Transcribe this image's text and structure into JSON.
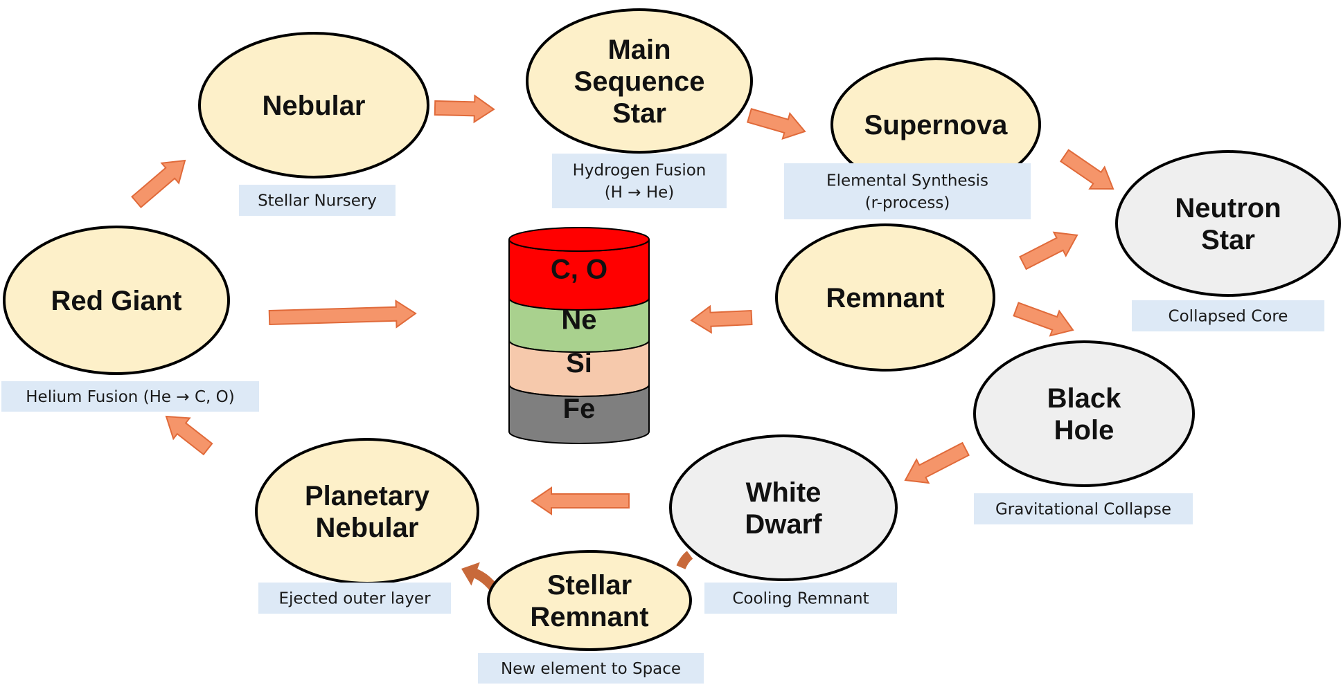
{
  "colors": {
    "star_fill": "#fdf0c9",
    "remnant_fill": "#efefef",
    "outline": "#000000",
    "caption_fill": "#dde9f6",
    "arrow_fill": "#f5956a",
    "arrow_stroke": "#e06a3a",
    "curved_arrow": "#c8693a",
    "layer_co": "#ff0000",
    "layer_ne": "#a9d18e",
    "layer_si": "#f6c9ac",
    "layer_fe": "#7f7f7f"
  },
  "nodes": {
    "nebular": {
      "lines": [
        "Nebular"
      ]
    },
    "main_sequence": {
      "lines": [
        "Main",
        "Sequence",
        "Star"
      ]
    },
    "supernova": {
      "lines": [
        "Supernova"
      ]
    },
    "neutron_star": {
      "lines": [
        "Neutron",
        "Star"
      ]
    },
    "remnant": {
      "lines": [
        "Remnant"
      ]
    },
    "black_hole": {
      "lines": [
        "Black",
        "Hole"
      ]
    },
    "white_dwarf": {
      "lines": [
        "White",
        "Dwarf"
      ]
    },
    "stellar_remnant": {
      "lines": [
        "Stellar",
        "Remnant"
      ]
    },
    "planetary_nebular": {
      "lines": [
        "Planetary",
        "Nebular"
      ]
    },
    "red_giant": {
      "lines": [
        "Red Giant"
      ]
    }
  },
  "captions": {
    "stellar_nursery": {
      "lines": [
        "Stellar Nursery"
      ]
    },
    "hydrogen_fusion": {
      "lines": [
        "Hydrogen Fusion",
        "(H → He)"
      ]
    },
    "elemental_synthesis": {
      "lines": [
        "Elemental Synthesis",
        "(r-process)"
      ]
    },
    "collapsed_core": {
      "lines": [
        "Collapsed Core"
      ]
    },
    "gravitational_collapse": {
      "lines": [
        "Gravitational Collapse"
      ]
    },
    "cooling_remnant": {
      "lines": [
        "Cooling Remnant"
      ]
    },
    "new_element": {
      "lines": [
        "New element to Space"
      ]
    },
    "ejected_outer_layer": {
      "lines": [
        "Ejected outer layer"
      ]
    },
    "helium_fusion": {
      "lines": [
        "Helium Fusion (He → C, O)"
      ]
    }
  },
  "core_layers": [
    {
      "label": "C, O"
    },
    {
      "label": "Ne"
    },
    {
      "label": "Si"
    },
    {
      "label": "Fe"
    }
  ]
}
